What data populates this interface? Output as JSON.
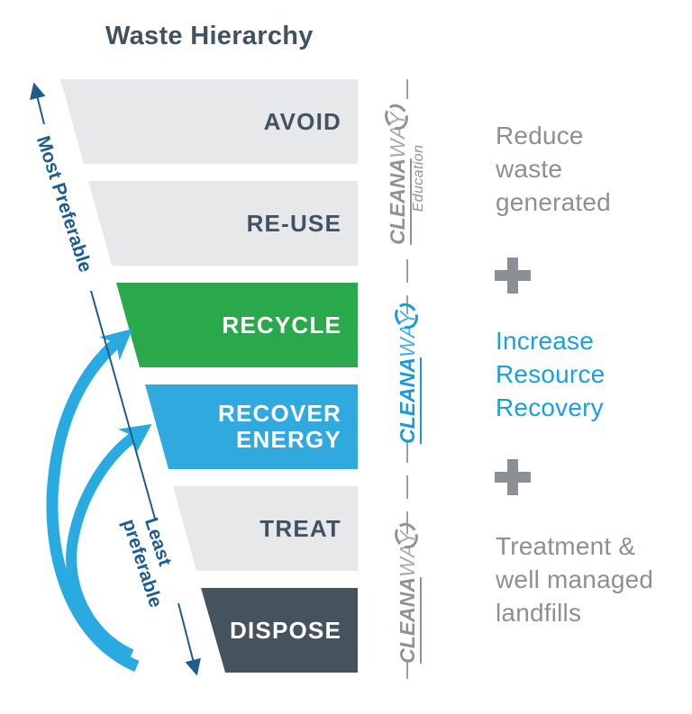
{
  "title": "Waste Hierarchy",
  "colors": {
    "band_gray": "#e7e8ea",
    "band_green": "#2aa84c",
    "band_blue": "#2fa9de",
    "band_dark": "#45535f",
    "label_dark": "#415262",
    "label_white": "#ffffff",
    "axis_blue": "#1e5b8f",
    "arrow_blue": "#29abe2",
    "logo_gray": "#8f9399",
    "logo_blue": "#1a9ad8",
    "text_gray": "#8b9096",
    "text_blue": "#1ba0dc",
    "dash_gray": "#9aa0a6"
  },
  "funnel": {
    "levels": [
      {
        "label": "AVOID",
        "bg": "#e7e8ea",
        "fg": "#415262"
      },
      {
        "label": "RE-USE",
        "bg": "#e7e8ea",
        "fg": "#415262"
      },
      {
        "label": "RECYCLE",
        "bg": "#2aa84c",
        "fg": "#ffffff"
      },
      {
        "label": "RECOVER",
        "label2": "ENERGY",
        "bg": "#2fa9de",
        "fg": "#ffffff"
      },
      {
        "label": "TREAT",
        "bg": "#e7e8ea",
        "fg": "#415262"
      },
      {
        "label": "DISPOSE",
        "bg": "#45535f",
        "fg": "#ffffff"
      }
    ]
  },
  "axis": {
    "most_label": "Most Preferable",
    "least_label_line1": "Least",
    "least_label_line2": "preferable"
  },
  "center_column": {
    "logos": [
      {
        "brand_bold": "CLEANA",
        "brand_light": "WAY",
        "subtitle": "Education",
        "color": "#8f9399"
      },
      {
        "brand_bold": "CLEANA",
        "brand_light": "WAY",
        "color": "#1a9ad8"
      },
      {
        "brand_bold": "CLEANA",
        "brand_light": "WAY",
        "color": "#8f9399"
      }
    ]
  },
  "right_column": {
    "separator": "+",
    "blocks": [
      {
        "lines": [
          "Reduce",
          "waste",
          "generated"
        ],
        "color": "#8b9096"
      },
      {
        "lines": [
          "Increase",
          "Resource",
          "Recovery"
        ],
        "color": "#1ba0dc"
      },
      {
        "lines": [
          "Treatment &",
          "well managed",
          "landfills"
        ],
        "color": "#8b9096"
      }
    ]
  }
}
